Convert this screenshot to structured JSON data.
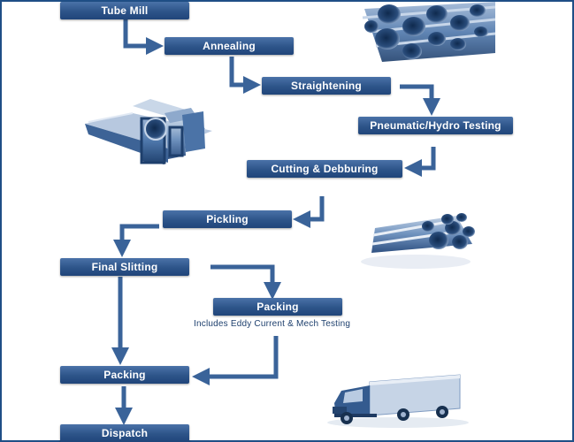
{
  "flow": {
    "steps": {
      "tube_mill": "Tube Mill",
      "annealing": "Annealing",
      "straightening": "Straightening",
      "testing": "Pneumatic/Hydro Testing",
      "cutting": "Cutting & Debburing",
      "pickling": "Pickling",
      "final_slitting": "Final Slitting",
      "packing_branch": "Packing",
      "packing_note": "Includes Eddy Current & Mech Testing",
      "packing_main": "Packing",
      "dispatch": "Dispatch"
    }
  },
  "colors": {
    "box": "#2d5489",
    "arrow": "#3a6399",
    "frame": "#1f4f86",
    "pipe": "#5b82b5"
  },
  "images": {
    "top_right": "pipe-bundle-image",
    "left": "profile-sections-image",
    "right": "pipe-stack-image",
    "bottom_right": "delivery-truck-image"
  }
}
